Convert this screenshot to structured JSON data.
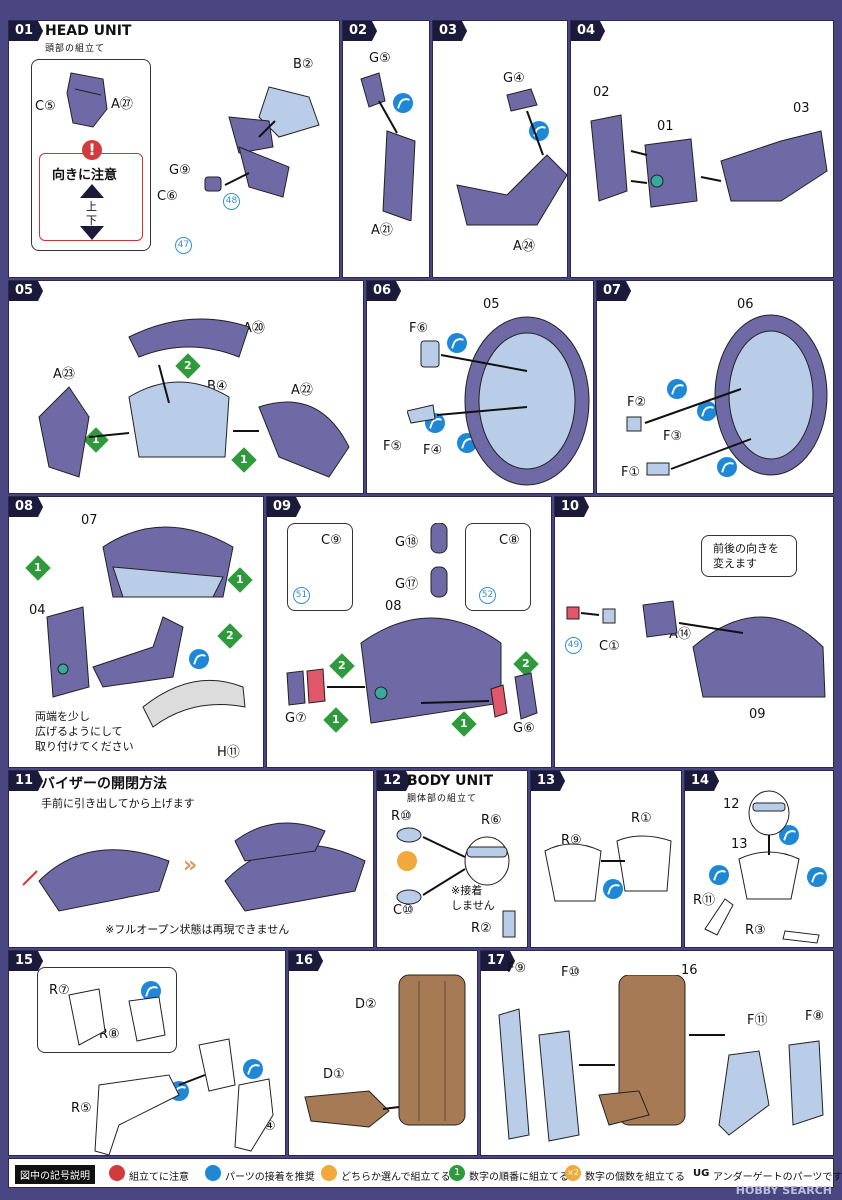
{
  "colors": {
    "background": "#4a4682",
    "part_blue": "#b9cde8",
    "part_purple": "#6f6aa6",
    "part_brown": "#a77a56",
    "glue_blue": "#1e88d6",
    "order_green": "#2e9a3c",
    "warn_red": "#d23b3b"
  },
  "steps": {
    "s01": {
      "num": "01",
      "title": "HEAD UNIT",
      "sub": "頭部の組立て",
      "labels": [
        "C⑤",
        "A㉗",
        "B②",
        "G⑨",
        "C⑥"
      ],
      "badges": [
        "48",
        "47"
      ],
      "warn": "向きに注意",
      "up": "上",
      "down": "下"
    },
    "s02": {
      "num": "02",
      "labels": [
        "G⑤",
        "A㉑"
      ]
    },
    "s03": {
      "num": "03",
      "labels": [
        "G④",
        "A㉔"
      ]
    },
    "s04": {
      "num": "04",
      "labels": [
        "02",
        "01",
        "03"
      ]
    },
    "s05": {
      "num": "05",
      "labels": [
        "A⑳",
        "A㉓",
        "B④",
        "A㉒"
      ],
      "orders": [
        "2",
        "1",
        "1"
      ]
    },
    "s06": {
      "num": "06",
      "labels": [
        "05",
        "F⑥",
        "F⑤",
        "F④"
      ]
    },
    "s07": {
      "num": "07",
      "labels": [
        "06",
        "F②",
        "F③",
        "F①"
      ]
    },
    "s08": {
      "num": "08",
      "labels": [
        "07",
        "04",
        "H⑪"
      ],
      "orders": [
        "1",
        "1",
        "2"
      ],
      "note": "両端を少し\n広げるようにして\n取り付けてください"
    },
    "s09": {
      "num": "09",
      "labels": [
        "C⑨",
        "G⑱",
        "C⑧",
        "G⑰",
        "08",
        "G⑦",
        "G⑥"
      ],
      "badges": [
        "51",
        "52"
      ],
      "orders": [
        "2",
        "1",
        "1",
        "2"
      ]
    },
    "s10": {
      "num": "10",
      "labels": [
        "C①",
        "A⑭",
        "09"
      ],
      "badges": [
        "49"
      ],
      "callout": "前後の向きを\n変えます"
    },
    "s11": {
      "num": "11",
      "title": "バイザーの開閉方法",
      "sub": "手前に引き出してから上げます",
      "note": "※フルオープン状態は再現できません"
    },
    "s12": {
      "num": "12",
      "title": "BODY UNIT",
      "sub": "胴体部の組立て",
      "labels": [
        "R⑩",
        "R⑥",
        "C⑩",
        "R②"
      ],
      "note": "※接着\nしません"
    },
    "s13": {
      "num": "13",
      "labels": [
        "R⑨",
        "R①"
      ]
    },
    "s14": {
      "num": "14",
      "labels": [
        "12",
        "13",
        "R⑪",
        "R③"
      ]
    },
    "s15": {
      "num": "15",
      "labels": [
        "R⑦",
        "R⑧",
        "R⑤",
        "R④"
      ]
    },
    "s16": {
      "num": "16",
      "labels": [
        "D②",
        "D①"
      ]
    },
    "s17": {
      "num": "17",
      "labels": [
        "F⑨",
        "F⑩",
        "16",
        "F⑪",
        "F⑧"
      ]
    }
  },
  "footer": {
    "tag": "図中の記号説明",
    "items": [
      "組立てに注意",
      "パーツの接着を推奨",
      "どちらか選んで組立てる",
      "数字の順番に組立てる",
      "数字の個数を組立てる"
    ],
    "order_sample": "1",
    "count_sample": "×2",
    "ug": "UG",
    "ug_text": "アンダーゲートのパーツです",
    "watermark": "HOBBY SEARCH"
  }
}
